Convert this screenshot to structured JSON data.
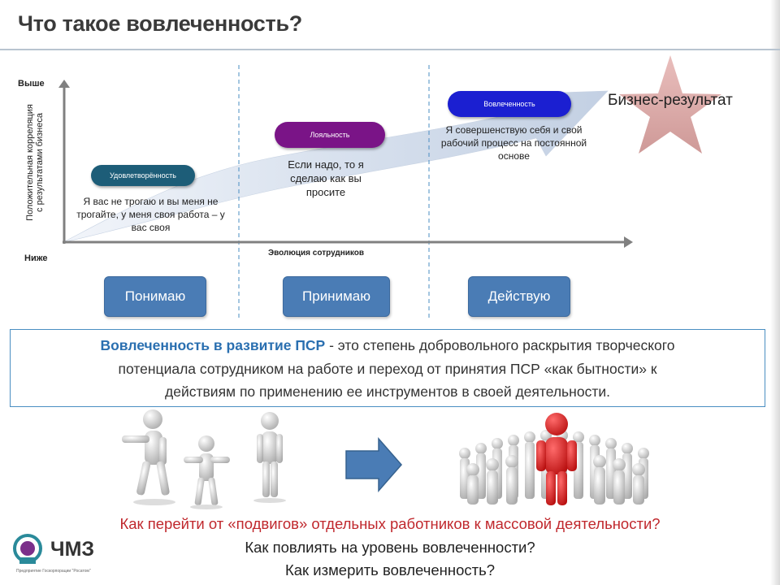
{
  "title": "Что такое вовлеченность?",
  "chart": {
    "y_high": "Выше",
    "y_low": "Ниже",
    "y_axis_line1": "Положительная корреляция",
    "y_axis_line2": "с результатами бизнеса",
    "x_axis": "Эволюция сотрудников",
    "stages": [
      {
        "label": "Удовлетворённость",
        "text": "Я вас не трогаю и вы меня не трогайте, у меня своя работа – у вас своя"
      },
      {
        "label": "Лояльность",
        "text": "Если надо, то я сделаю как вы просите"
      },
      {
        "label": "Вовлеченность",
        "text": "Я совершенствую себя и свой рабочий процесс на постоянной основе"
      }
    ],
    "result": "Бизнес-результат"
  },
  "buttons": [
    "Понимаю",
    "Принимаю",
    "Действую"
  ],
  "definition": {
    "highlight": "Вовлеченность в развитие ПСР",
    "line1_rest": " - это степень добровольного раскрытия творческого",
    "line2": "потенциала сотрудником на работе и переход от принятия ПСР «как бытности» к",
    "line3": "действиям по применению ее инструментов в своей деятельности."
  },
  "questions": {
    "red": "Как перейти от «подвигов» отдельных работников к массовой деятельности?",
    "q2": "Как повлиять на уровень вовлеченности?",
    "q3": "Как измерить вовлеченность?"
  },
  "logo": {
    "name": "ЧМЗ",
    "subtitle": "Предприятие Госкорпорации \"Росатом\""
  },
  "colors": {
    "pill_teal": "#1d5d78",
    "pill_purple": "#7a1487",
    "pill_blue": "#1b1fd1",
    "button_blue": "#4a7cb5",
    "question_red": "#c0282d",
    "highlight_blue": "#2a6fb0"
  }
}
